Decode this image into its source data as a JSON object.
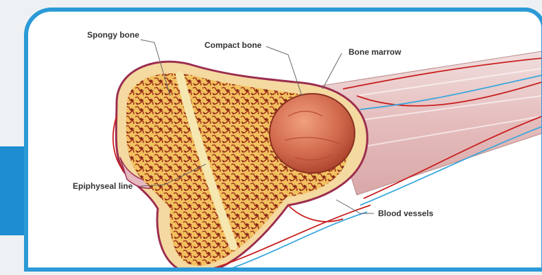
{
  "labels": {
    "spongy_bone": "Spongy bone",
    "compact_bone": "Compact bone",
    "bone_marrow": "Bone marrow",
    "epiphyseal_line": "Epiphyseal line",
    "blood_vessels": "Blood vessels"
  },
  "colors": {
    "frame_border": "#2b9ad6",
    "accent_bar": "#1e8ed1",
    "cortex": "#f4d9a0",
    "spongy": "#e9a640",
    "marrow": "#c7553f",
    "vessel_red": "#c81e1e",
    "vessel_blue": "#3aa7dc",
    "shaft": "#e8c9c9"
  }
}
